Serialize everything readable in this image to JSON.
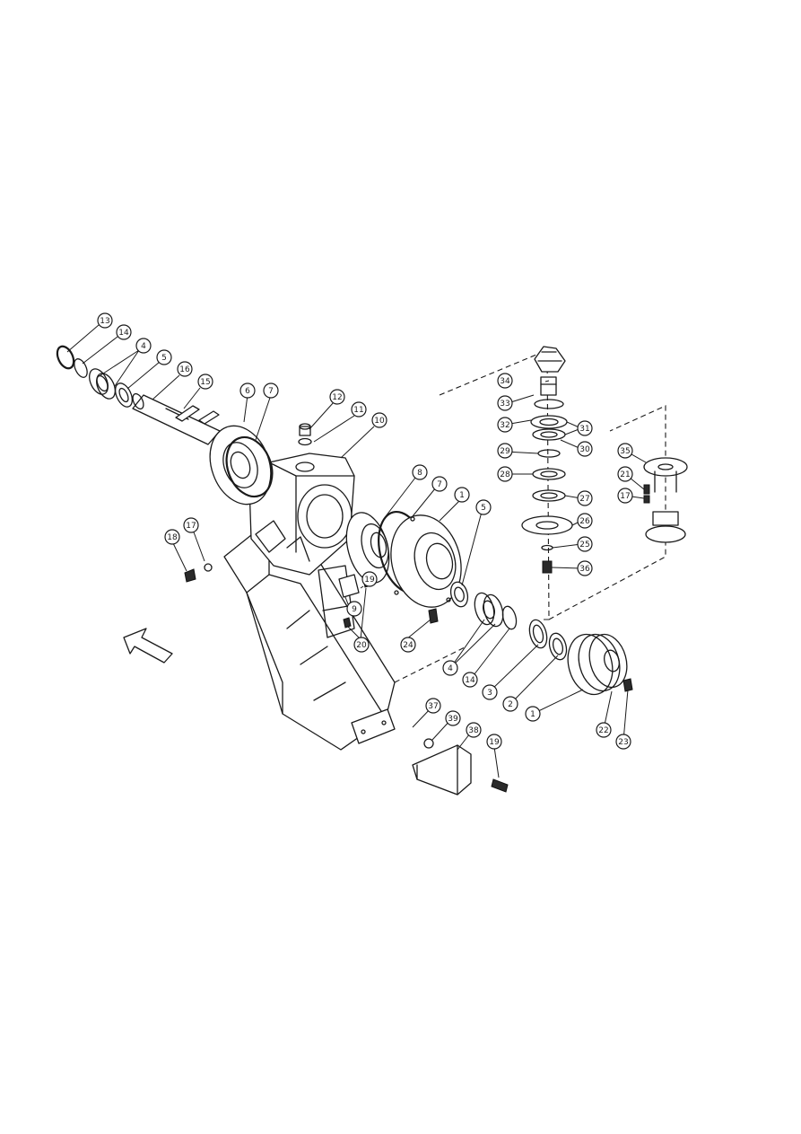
{
  "callouts": [
    {
      "id": "c13a",
      "text": "13"
    },
    {
      "id": "c14a",
      "text": "14"
    },
    {
      "id": "c4a",
      "text": "4"
    },
    {
      "id": "c5a",
      "text": "5"
    },
    {
      "id": "c16",
      "text": "16"
    },
    {
      "id": "c15",
      "text": "15"
    },
    {
      "id": "c6",
      "text": "6"
    },
    {
      "id": "c7a",
      "text": "7"
    },
    {
      "id": "c12",
      "text": "12"
    },
    {
      "id": "c11",
      "text": "11"
    },
    {
      "id": "c10",
      "text": "10"
    },
    {
      "id": "c17a",
      "text": "17"
    },
    {
      "id": "c18",
      "text": "18"
    },
    {
      "id": "c8",
      "text": "8"
    },
    {
      "id": "c7b",
      "text": "7"
    },
    {
      "id": "c1a",
      "text": "1"
    },
    {
      "id": "c5b",
      "text": "5"
    },
    {
      "id": "c19a",
      "text": "19"
    },
    {
      "id": "c9",
      "text": "9"
    },
    {
      "id": "c20",
      "text": "20"
    },
    {
      "id": "c24",
      "text": "24"
    },
    {
      "id": "c34",
      "text": "34"
    },
    {
      "id": "c33",
      "text": "33"
    },
    {
      "id": "c32",
      "text": "32"
    },
    {
      "id": "c31",
      "text": "31"
    },
    {
      "id": "c30",
      "text": "30"
    },
    {
      "id": "c29",
      "text": "29"
    },
    {
      "id": "c28",
      "text": "28"
    },
    {
      "id": "c27",
      "text": "27"
    },
    {
      "id": "c26",
      "text": "26"
    },
    {
      "id": "c25",
      "text": "25"
    },
    {
      "id": "c36",
      "text": "36"
    },
    {
      "id": "c35",
      "text": "35"
    },
    {
      "id": "c21",
      "text": "21"
    },
    {
      "id": "c17b",
      "text": "17"
    },
    {
      "id": "c4b",
      "text": "4"
    },
    {
      "id": "c14b",
      "text": "14"
    },
    {
      "id": "c3",
      "text": "3"
    },
    {
      "id": "c2",
      "text": "2"
    },
    {
      "id": "c1b",
      "text": "1"
    },
    {
      "id": "c22",
      "text": "22"
    },
    {
      "id": "c23",
      "text": "23"
    },
    {
      "id": "c37",
      "text": "37"
    },
    {
      "id": "c39",
      "text": "39"
    },
    {
      "id": "c38",
      "text": "38"
    },
    {
      "id": "c19b",
      "text": "19"
    }
  ]
}
